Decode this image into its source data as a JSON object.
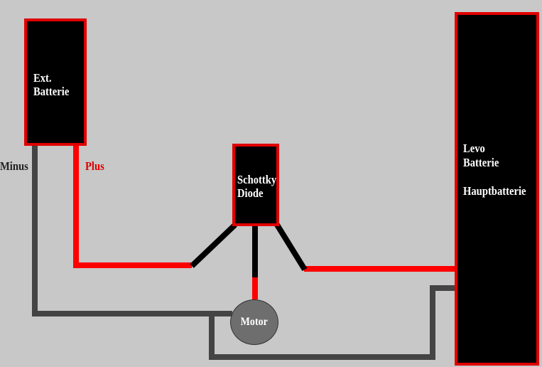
{
  "components": {
    "ext_battery": {
      "line1": "Ext.",
      "line2": "Batterie"
    },
    "schottky_diode": {
      "line1": "Schottky",
      "line2": "Diode"
    },
    "levo_battery": {
      "line1": "Levo",
      "line2": "Batterie",
      "line3": "",
      "line4": "Hauptbatterie"
    },
    "motor": {
      "label": "Motor"
    }
  },
  "wire_labels": {
    "minus": "Minus",
    "plus": "Plus"
  },
  "colors": {
    "background": "#c8c8c8",
    "box_fill": "#000000",
    "box_border": "#e00000",
    "plus_wire": "#ff0000",
    "minus_wire": "#444444",
    "diode_leg": "#000000",
    "motor_fill": "#6e6e6e"
  }
}
